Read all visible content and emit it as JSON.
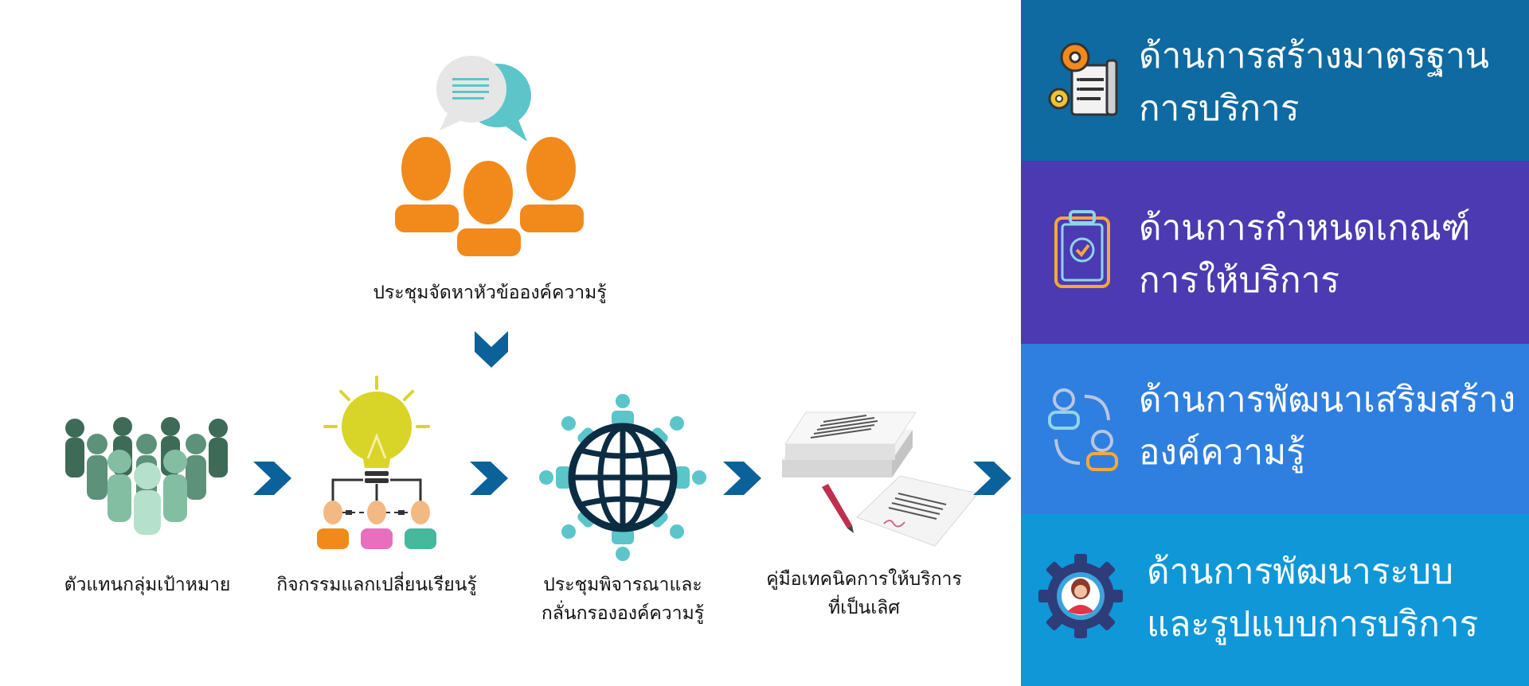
{
  "diagram": {
    "top_step": {
      "label": "ประชุมจัดหาหัวข้อองค์ความรู้"
    },
    "steps": [
      {
        "label": "ตัวแทนกลุ่มเป้าหมาย"
      },
      {
        "label": "กิจกรรมแลกเปลี่ยนเรียนรู้"
      },
      {
        "label_line1": "ประชุมพิจารณาและ",
        "label_line2": "กลั่นกรององค์ความรู้"
      },
      {
        "label_line1": "คู่มือเทคนิคการให้บริการ",
        "label_line2": "ที่เป็นเลิศ"
      }
    ],
    "outcomes": [
      {
        "line1": "ด้านการสร้างมาตรฐาน",
        "line2": "การบริการ",
        "color": "#0e6aa0",
        "icon": "gear-document-icon"
      },
      {
        "line1": "ด้านการกำหนดเกณฑ์",
        "line2": "การให้บริการ",
        "color": "#4b3ab1",
        "icon": "clipboard-check-icon"
      },
      {
        "line1": "ด้านการพัฒนาเสริมสร้าง",
        "line2": "องค์ความรู้",
        "color": "#2f7fe0",
        "icon": "people-exchange-icon"
      },
      {
        "line1": "ด้านการพัฒนาระบบ",
        "line2": "และรูปแบบการบริการ",
        "color": "#0f97d8",
        "icon": "gear-person-icon"
      }
    ],
    "colors": {
      "arrow": "#0b6199",
      "orange": "#f18a1b",
      "teal": "#5bc5c9"
    }
  }
}
